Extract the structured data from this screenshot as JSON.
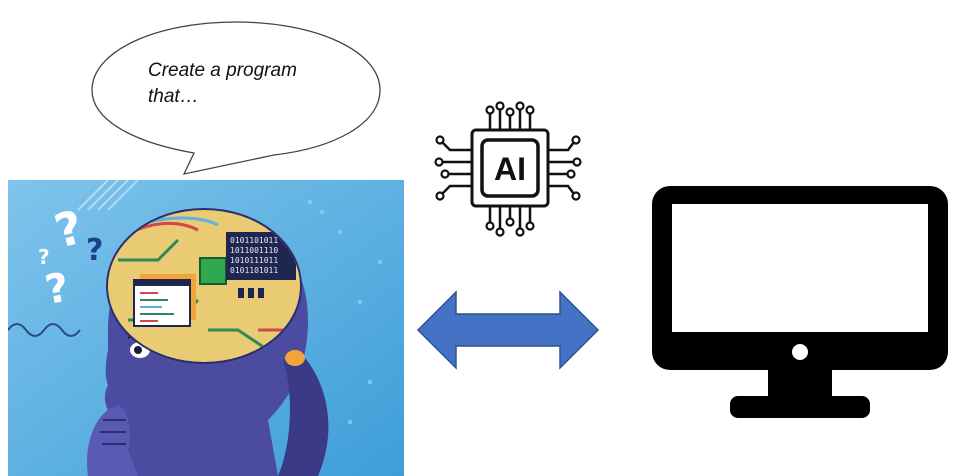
{
  "speech_bubble": {
    "line1": "Create a program",
    "line2": "that…"
  },
  "ai_chip": {
    "label": "AI",
    "icon": "ai-chip-icon"
  },
  "illustration": {
    "icon": "girl-thinking-brain-circuit",
    "binary_lines": [
      "0101101011",
      "1011001110",
      "1010111011",
      "0101101011"
    ],
    "question_marks": [
      "?",
      "?",
      "?",
      "?"
    ]
  },
  "arrow": {
    "icon": "double-arrow",
    "color": "#4472C4"
  },
  "monitor": {
    "icon": "computer-monitor-icon"
  },
  "colors": {
    "background_blue": "#4AA6DE",
    "girl_skin": "#4B4BA0",
    "arrow_fill": "#4472C4",
    "chip_black": "#111111"
  }
}
